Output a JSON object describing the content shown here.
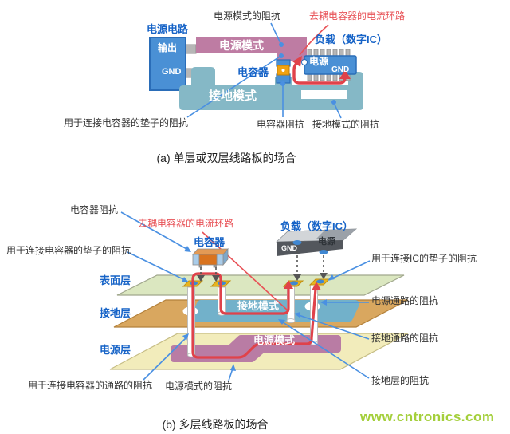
{
  "colors": {
    "accent_blue": "#4a90d5",
    "blue_border": "#2a6db8",
    "label_blue": "#1663c7",
    "pink_pattern": "#be7ca3",
    "teal_ground": "#85b8c6",
    "teal_ground_b": "#72b1ca",
    "loop_red": "#e0424a",
    "leader_blue": "#4a90e2",
    "surface_green": "#dbe7c0",
    "ground_tan": "#d9a75f",
    "power_yellow": "#f2ecbb",
    "pad_gold": "#e8b41e",
    "capacitor_orange": "#d9731e",
    "watermark_green": "#a4cf3b"
  },
  "figure_a": {
    "caption": "(a)  单层或双层线路板的场合",
    "labels": {
      "power_pattern_impedance": "电源模式的阻抗",
      "loop": "去耦电容器的电流环路",
      "power_circuit": "电源电路",
      "output": "输出",
      "supply_gnd": "GND",
      "power_pattern": "电源模式",
      "load": "负载（数字IC）",
      "capacitor": "电容器",
      "ic_power": "电源",
      "ic_gnd": "GND",
      "ground_pattern": "接地模式",
      "cap_pad_impedance": "用于连接电容器的垫子的阻抗",
      "capacitor_impedance": "电容器阻抗",
      "ground_pattern_impedance": "接地模式的阻抗"
    }
  },
  "figure_b": {
    "caption": "(b)  多层线路板的场合",
    "watermark": "www.cntronics.com",
    "labels": {
      "capacitor_impedance": "电容器阻抗",
      "loop": "去耦电容器的电流环路",
      "load": "负载（数字IC）",
      "capacitor": "电容器",
      "cap_pad_impedance": "用于连接电容器的垫子的阻抗",
      "ic_pad_impedance": "用于连接IC的垫子的阻抗",
      "surface_layer": "表面层",
      "ground_layer": "接地层",
      "power_layer": "电源层",
      "ground_pattern": "接地模式",
      "power_pattern": "电源模式",
      "power_via_impedance": "电源通路的阻抗",
      "ground_via_impedance": "接地通路的阻抗",
      "ground_layer_impedance": "接地层的阻抗",
      "cap_via_impedance": "用于连接电容器的通路的阻抗",
      "power_pattern_impedance": "电源模式的阻抗",
      "ic_gnd": "GND",
      "ic_power": "电源"
    }
  }
}
